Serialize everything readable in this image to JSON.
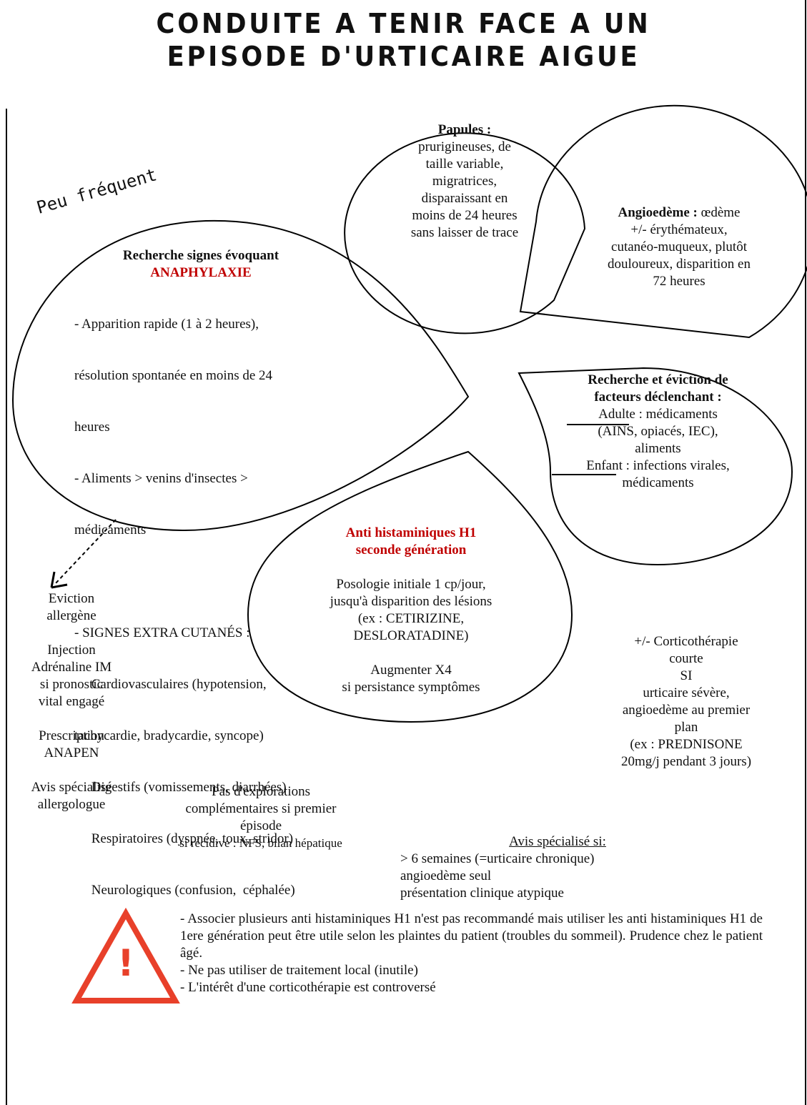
{
  "title": {
    "line1": "Conduite a tenir face a un",
    "line2": "episode d'urticaire aigue"
  },
  "peu_frequent": "Peu fréquent",
  "papules": {
    "heading": "Papules :",
    "lines": [
      "prurigineuses, de",
      "taille variable,",
      "migratrices,",
      "disparaissant en",
      "moins de 24 heures",
      "sans laisser de trace"
    ]
  },
  "angioedeme": {
    "heading": "Angioedème :",
    "first": " œdème",
    "lines": [
      "+/- érythémateux,",
      "cutanéo-muqueux, plutôt",
      "douloureux, disparition en",
      "72 heures"
    ]
  },
  "anaphylaxie": {
    "heading": "Recherche  signes évoquant",
    "heading_red": "ANAPHYLAXIE",
    "lines": [
      "- Apparition rapide (1 à 2 heures),",
      "résolution spontanée en moins de 24",
      "heures",
      "- Aliments > venins d'insectes >",
      "médicaments",
      "",
      "- SIGNES EXTRA CUTANÉS :",
      "     Cardiovasculaires (hypotension,",
      "tachycardie, bradycardie, syncope)",
      "     Digestifs (vomissements, diarrhées)",
      "     Respiratoires (dyspnée, toux, stridor)",
      "     Neurologiques (confusion,  céphalée)"
    ]
  },
  "facteurs": {
    "heading1": "Recherche et éviction de",
    "heading2": "facteurs déclenchant :",
    "adulte_label": "Adulte",
    "adulte_text": " : médicaments",
    "adulte_lines": [
      "(AINS, opiacés, IEC),",
      "aliments"
    ],
    "enfant_label": "Enfant",
    "enfant_text": " : infections virales,",
    "enfant_lines": [
      "médicaments"
    ]
  },
  "antihistaminiques": {
    "heading1": "Anti histaminiques H1",
    "heading2": "seconde génération",
    "lines": [
      "Posologie initiale 1 cp/jour,",
      "jusqu'à disparition des lésions",
      "(ex : CETIRIZINE,",
      "DESLORATADINE)",
      "",
      "Augmenter X4",
      "si persistance symptômes"
    ]
  },
  "anaphylaxie_actions": {
    "lines": [
      "Eviction",
      "allergène",
      "",
      "Injection",
      "Adrénaline IM",
      "si pronostic",
      "vital engagé",
      "",
      "Prescription",
      "ANAPEN",
      "",
      "Avis spécialisé",
      "allergologue"
    ]
  },
  "corticotherapie": {
    "lines": [
      "+/- Corticothérapie",
      "courte",
      "SI",
      "urticaire sévère,",
      "angioedème au premier",
      "plan",
      "(ex : PREDNISONE",
      "20mg/j pendant 3 jours)"
    ]
  },
  "explorations": {
    "lines": [
      "Pas d'explorations",
      "complémentaires si premier",
      "épisode"
    ],
    "small": "si récidive : NFS, bilan hépatique"
  },
  "avis_specialise": {
    "heading": "Avis spécialisé si:",
    "lines": [
      "> 6 semaines (=urticaire chronique)",
      "angioedème seul",
      "présentation clinique atypique"
    ]
  },
  "warning": {
    "icon": "warning-triangle-icon",
    "symbol": "!",
    "color": "#e8402a",
    "lines": [
      "- Associer plusieurs anti histaminiques H1 n'est pas recommandé mais utiliser  les anti histaminiques H1 de 1ere génération peut être utile selon les plaintes du patient (troubles du sommeil). Prudence chez le patient âgé.",
      "- Ne pas utiliser de traitement local (inutile)",
      "- L'intérêt d'une corticothérapie est controversé"
    ]
  }
}
